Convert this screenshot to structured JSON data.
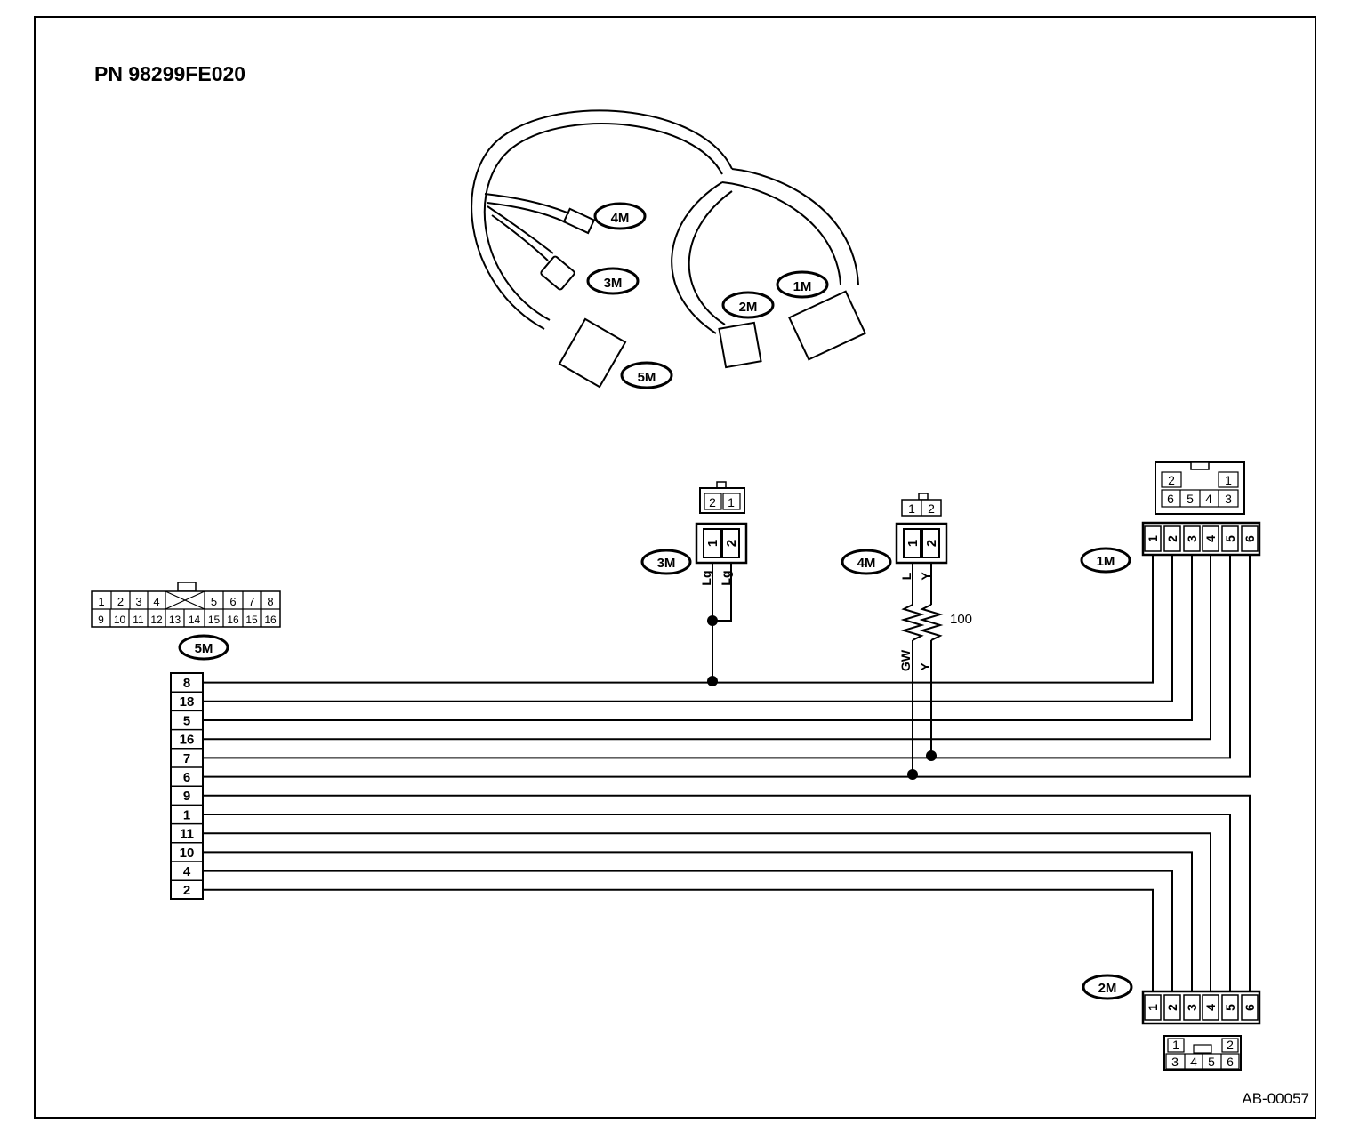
{
  "title": "PN 98299FE020",
  "ref_code": "AB-00057",
  "harness_tags": [
    "4M",
    "3M",
    "1M",
    "2M",
    "5M"
  ],
  "conn_5M": {
    "label": "5M",
    "face_top": [
      "1",
      "2",
      "3",
      "4",
      "5",
      "6",
      "7",
      "8"
    ],
    "face_bottom": [
      "9",
      "10",
      "11",
      "12",
      "13",
      "14",
      "15",
      "16",
      "15",
      "16"
    ],
    "pins": [
      "8",
      "18",
      "5",
      "16",
      "7",
      "6",
      "9",
      "1",
      "11",
      "10",
      "4",
      "2"
    ]
  },
  "conn_3M": {
    "label": "3M",
    "face": [
      "2",
      "1"
    ],
    "pins": [
      "1",
      "2"
    ],
    "wire_colors": [
      "Lg",
      "Lg"
    ]
  },
  "conn_4M": {
    "label": "4M",
    "face": [
      "1",
      "2"
    ],
    "pins": [
      "1",
      "2"
    ],
    "wire_colors_top": [
      "L",
      "Y"
    ],
    "wire_colors_bottom": [
      "GW",
      "Y"
    ],
    "resistor_value": "100"
  },
  "conn_1M": {
    "label": "1M",
    "face_top": [
      "2",
      "1"
    ],
    "face_bottom": [
      "6",
      "5",
      "4",
      "3"
    ],
    "pins": [
      "1",
      "2",
      "3",
      "4",
      "5",
      "6"
    ]
  },
  "conn_2M": {
    "label": "2M",
    "face_top": [
      "1",
      "2"
    ],
    "face_bottom": [
      "3",
      "4",
      "5",
      "6"
    ],
    "pins": [
      "1",
      "2",
      "3",
      "4",
      "5",
      "6"
    ]
  }
}
